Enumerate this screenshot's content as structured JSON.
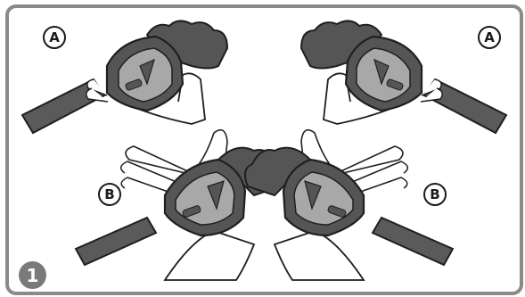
{
  "labels": {
    "a_left": "A",
    "a_right": "A",
    "b_left": "B",
    "b_right": "B",
    "step_number": "1"
  },
  "colors": {
    "frame": "#8a8a8a",
    "glove_dark": "#555555",
    "glove_light": "#a8a8a8",
    "outline": "#1f1f1f",
    "step_badge": "#7a7a7a"
  }
}
